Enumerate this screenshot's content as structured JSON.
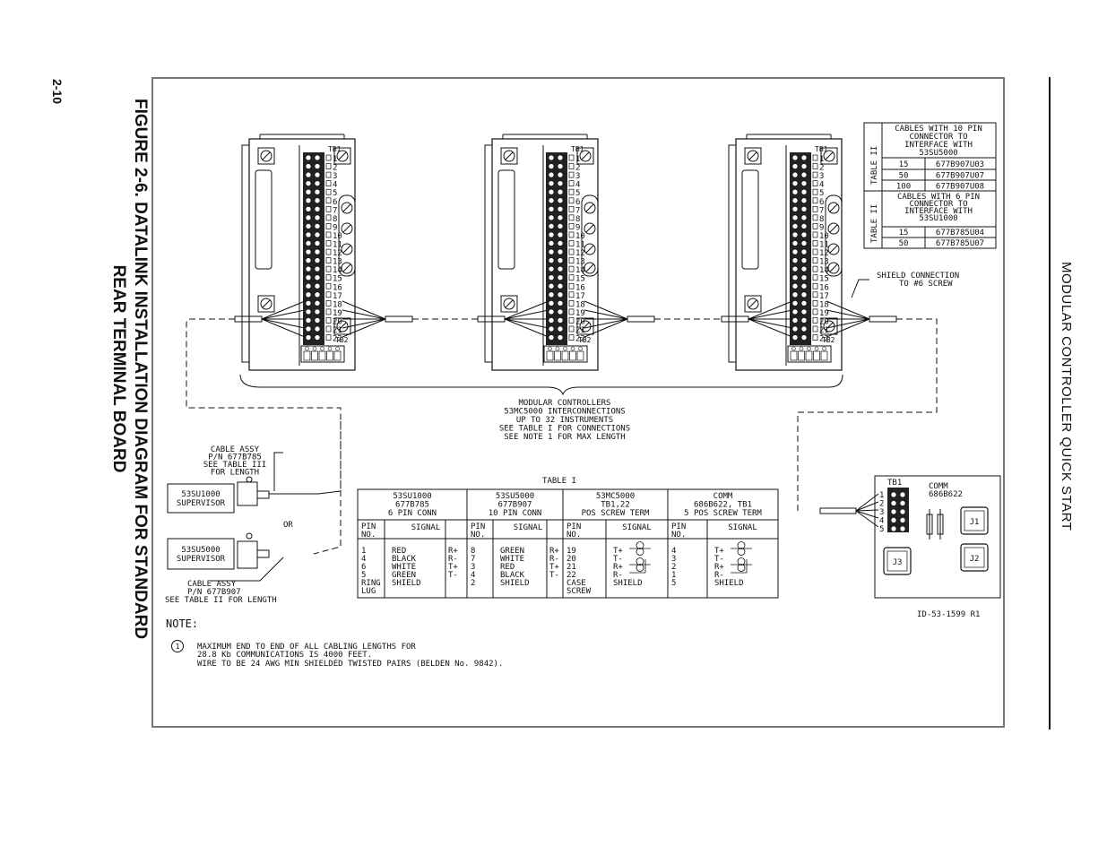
{
  "page_number": "2-10",
  "figure_title_line1": "FIGURE 2-6. DATALINK INSTALLATION DIAGRAM FOR STANDARD",
  "figure_title_line2": "REAR TERMINAL BOARD",
  "side_title": "MODULAR CONTROLLER QUICK START",
  "controller": {
    "tb1_label": "TB1",
    "tb2_label": "TB2",
    "terminals": [
      "1",
      "2",
      "3",
      "4",
      "5",
      "6",
      "7",
      "8",
      "9",
      "10",
      "11",
      "12",
      "13",
      "14",
      "15",
      "16",
      "17",
      "18",
      "19",
      "20",
      "21",
      "22"
    ]
  },
  "table2": {
    "section1_header": [
      "CABLES WITH 10 PIN",
      "CONNECTOR TO",
      "INTERFACE WITH",
      "53SU5000"
    ],
    "section1_rows": [
      [
        "15",
        "677B907U03"
      ],
      [
        "50",
        "677B907U07"
      ],
      [
        "100",
        "677B907U08"
      ]
    ],
    "section2_header": [
      "CABLES WITH 6 PIN",
      "CONNECTOR TO",
      "INTERFACE WITH",
      "53SU1000"
    ],
    "section2_rows": [
      [
        "15",
        "677B785U04"
      ],
      [
        "50",
        "677B785U07"
      ]
    ],
    "side_label": "TABLE II"
  },
  "shield_note": [
    "SHIELD CONNECTION",
    "TO #6 SCREW"
  ],
  "modular_note": [
    "MODULAR CONTROLLERS",
    "53MC5000 INTERCONNECTIONS",
    "UP TO 32 INSTRUMENTS",
    "SEE TABLE I FOR CONNECTIONS",
    "SEE NOTE 1 FOR MAX LENGTH"
  ],
  "cable_assy_top": [
    "CABLE ASSY",
    "P/N 677B785",
    "SEE TABLE III",
    "FOR LENGTH"
  ],
  "supervisor1": [
    "53SU1000",
    "SUPERVISOR"
  ],
  "or_label": "OR",
  "supervisor2": [
    "53SU5000",
    "SUPERVISOR"
  ],
  "cable_assy_bottom": [
    "CABLE ASSY",
    "P/N 677B907",
    "SEE TABLE II FOR LENGTH"
  ],
  "table1": {
    "title": "TABLE I",
    "groups": [
      {
        "header": [
          "53SU1000",
          "677B785",
          "6 PIN CONN"
        ],
        "pins": [
          "1",
          "4",
          "6",
          "5",
          "RING",
          "LUG"
        ],
        "signals": [
          "RED",
          "BLACK",
          "WHITE",
          "GREEN",
          "SHIELD"
        ],
        "codes": [
          "R+",
          "R-",
          "T+",
          "T-"
        ]
      },
      {
        "header": [
          "53SU5000",
          "677B907",
          "10 PIN CONN"
        ],
        "pins": [
          "8",
          "7",
          "3",
          "4",
          "2"
        ],
        "signals": [
          "GREEN",
          "WHITE",
          "RED",
          "BLACK",
          "SHIELD"
        ],
        "codes": [
          "R+",
          "R-",
          "T+",
          "T-"
        ]
      },
      {
        "header": [
          "53MC5000",
          "TB1,22",
          "POS SCREW TERM"
        ],
        "pins": [
          "19",
          "20",
          "21",
          "22",
          "CASE",
          "SCREW"
        ],
        "signals": [
          "T+",
          "T-",
          "R+",
          "R-",
          "SHIELD"
        ]
      },
      {
        "header": [
          "COMM",
          "686B622, TB1",
          "5 POS SCREW TERM"
        ],
        "pins": [
          "4",
          "3",
          "2",
          "1",
          "5"
        ],
        "signals": [
          "T+",
          "T-",
          "R+",
          "R-",
          "SHIELD"
        ]
      }
    ],
    "col_pin": [
      "PIN",
      "NO."
    ],
    "col_signal": "SIGNAL"
  },
  "comm_board": {
    "tb1": "TB1",
    "title": [
      "COMM",
      "686B622"
    ],
    "terminals": [
      "1",
      "2",
      "3",
      "4",
      "5"
    ],
    "jacks": [
      "J1",
      "J2",
      "J3"
    ]
  },
  "drawing_id": "ID-53-1599 R1",
  "note_heading": "NOTE:",
  "note_number": "1",
  "note_lines": [
    "MAXIMUM END TO END OF ALL CABLING LENGTHS FOR",
    "28.8 Kb COMMUNICATIONS IS 4000 FEET.",
    "WIRE TO BE 24 AWG MIN SHIELDED TWISTED PAIRS (BELDEN No. 9842)."
  ]
}
